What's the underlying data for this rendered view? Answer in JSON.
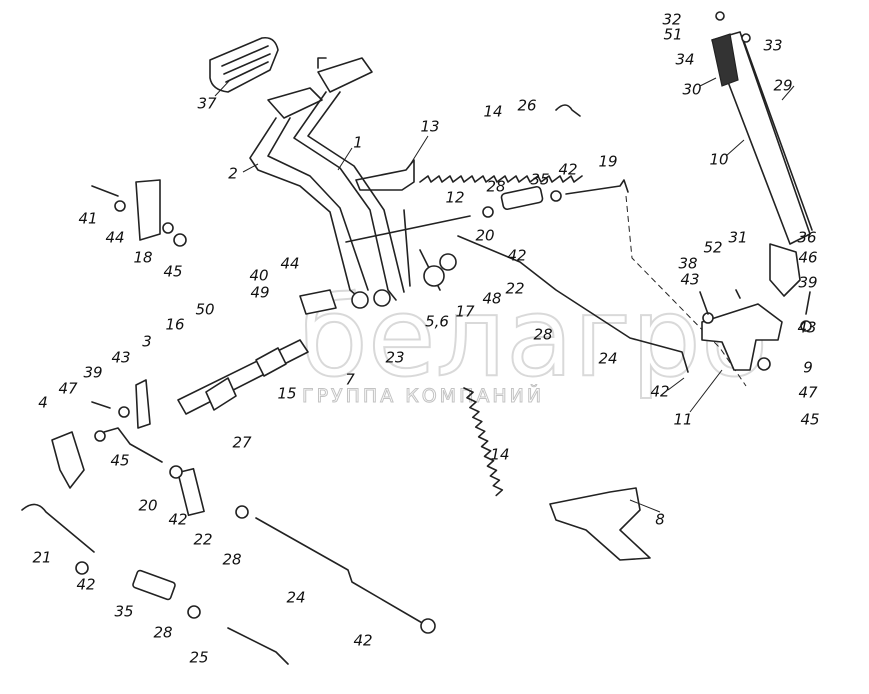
{
  "title": "Pedal and throttle control linkage — exploded parts view",
  "watermark": {
    "brand": "белагро",
    "subtitle": "ГРУППА КОМПАНИЙ"
  },
  "part_labels": [
    "37",
    "2",
    "1",
    "13",
    "14",
    "26",
    "41",
    "44",
    "18",
    "45",
    "12",
    "28",
    "35",
    "42",
    "19",
    "20",
    "42",
    "48",
    "22",
    "17",
    "5,6",
    "40",
    "44",
    "49",
    "50",
    "16",
    "3",
    "23",
    "7",
    "15",
    "28",
    "24",
    "42",
    "39",
    "43",
    "47",
    "4",
    "27",
    "45",
    "20",
    "42",
    "22",
    "28",
    "14",
    "21",
    "42",
    "24",
    "35",
    "28",
    "42",
    "25",
    "8",
    "32",
    "51",
    "33",
    "34",
    "30",
    "29",
    "10",
    "31",
    "36",
    "46",
    "52",
    "38",
    "43",
    "39",
    "43",
    "9",
    "47",
    "45",
    "11"
  ]
}
